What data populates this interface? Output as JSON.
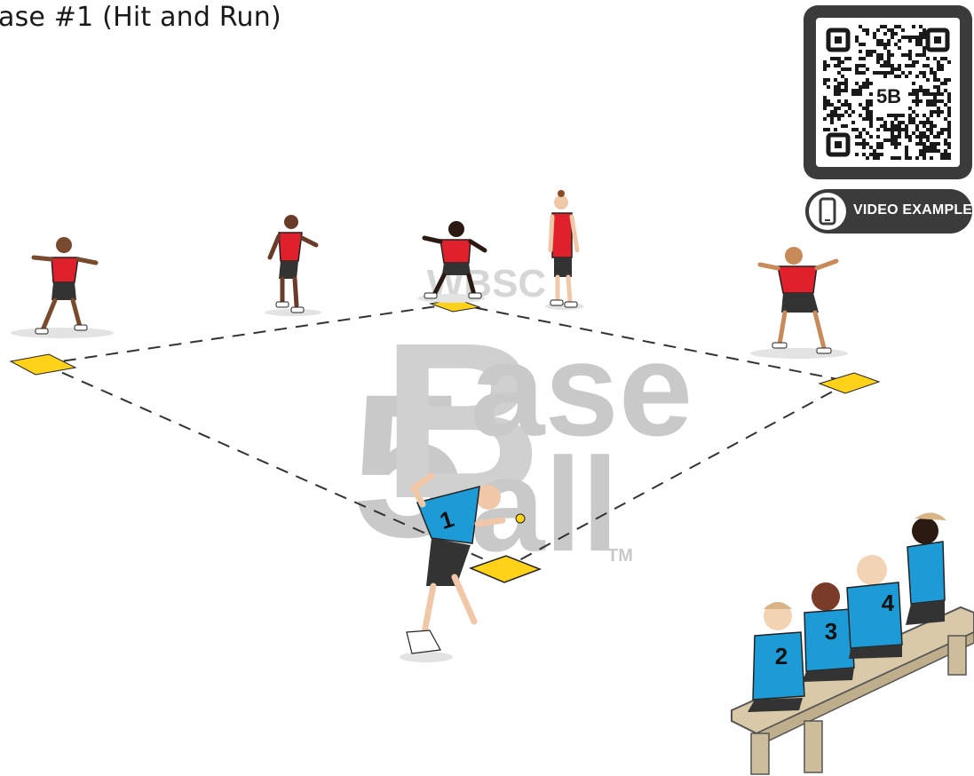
{
  "title": "ase #1 (Hit and Run)",
  "qr": {
    "logo_text": "5B",
    "video_label": "VIDEO EXAMPLE"
  },
  "watermark": {
    "org": "WBSC",
    "brand_top": "ase",
    "brand_bottom": "all",
    "brand_numeral": "5",
    "brand_letter": "B",
    "trademark": "TM"
  },
  "players": {
    "batter_number": "1",
    "bench_numbers": [
      "2",
      "3",
      "4"
    ]
  },
  "colors": {
    "defense_shirt": "#e0202a",
    "offense_shirt": "#1c9bd6",
    "base": "#ffd21a",
    "card": "#3b3b3b",
    "watermark": "#c8c8c8"
  }
}
